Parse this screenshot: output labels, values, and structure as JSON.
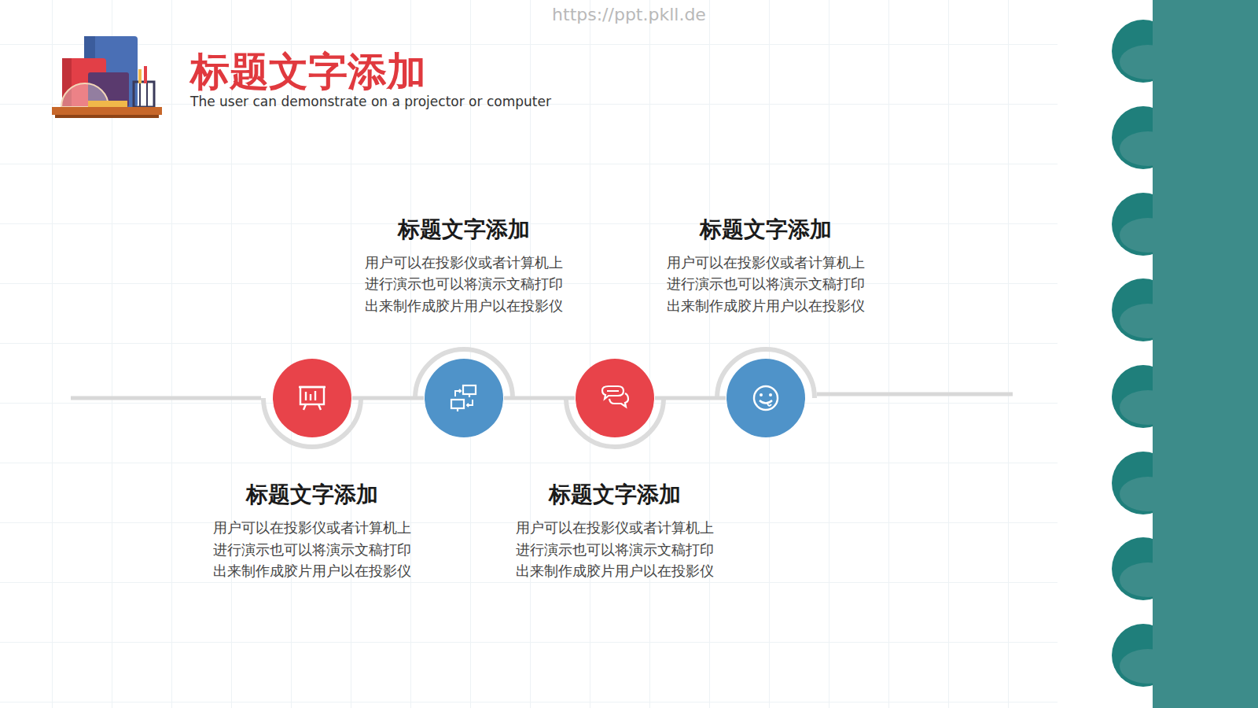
{
  "diagram": {
    "title": "标题文字添加",
    "nodes": [
      {
        "text": [
          "标题文字添加",
          "用户可以在投影仪或者计算机上 进行演示也可以将演示文稿打印 出来制作成胶片用户以在投影仪"
        ]
      },
      {
        "text": [
          "标题文字添加",
          "用户可以在投影仪或者计算机上 进行演示也可以将演示文稿打印 出来制作成胶片用户以在投影仪"
        ]
      },
      {
        "text": [
          "标题文字添加",
          "用户可以在投影仪或者计算机上 进行演示也可以将演示文稿打印 出来制作成胶片用户以在投影仪"
        ]
      },
      {
        "text": [
          "标题文字添加",
          "用户可以在投影仪或者计算机上 进行演示也可以将演示文稿打印 出来制作成胶片用户以在投影仪"
        ]
      }
    ],
    "edges": [
      {
        "from": 0,
        "to": 1,
        "arrow": "none"
      },
      {
        "from": 1,
        "to": 2,
        "arrow": "none"
      },
      {
        "from": 2,
        "to": 3,
        "arrow": "none"
      }
    ],
    "labels": [
      "The user can demonstrate on a projector or computer",
      "https://ppt.pkll.de"
    ]
  }
}
